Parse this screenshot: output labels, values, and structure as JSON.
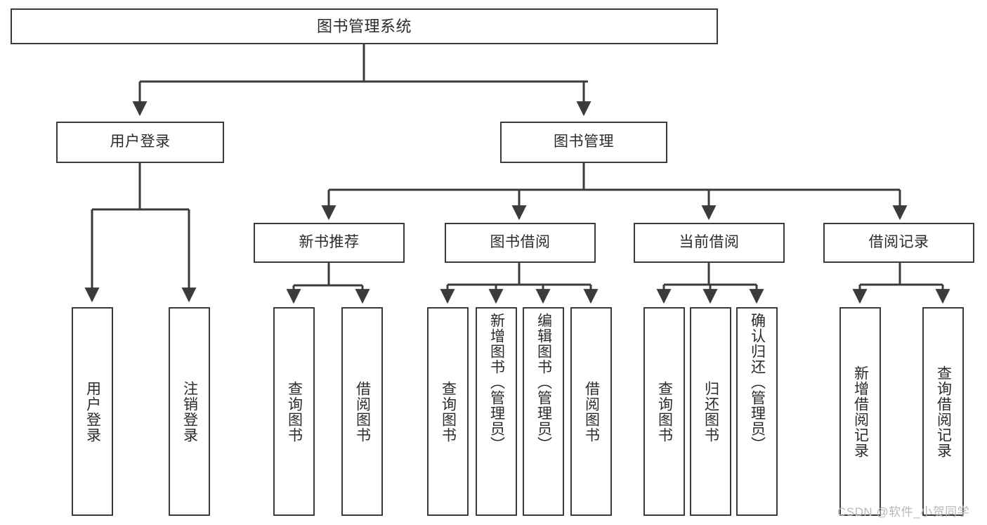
{
  "diagram": {
    "title": "图书管理系统",
    "type": "hierarchy-tree",
    "colors": {
      "background": "#ffffff",
      "border": "#3b3b3b",
      "text": "#2b2b2b",
      "connector": "#3b3b3b",
      "watermark": "#b9b9b9"
    },
    "root": {
      "label": "图书管理系统"
    },
    "level2": [
      {
        "label": "用户登录"
      },
      {
        "label": "图书管理"
      }
    ],
    "level3": [
      {
        "label": "新书推荐"
      },
      {
        "label": "图书借阅"
      },
      {
        "label": "当前借阅"
      },
      {
        "label": "借阅记录"
      }
    ],
    "leaves": {
      "user_login": [
        {
          "label": "用户登录"
        },
        {
          "label": "注销登录"
        }
      ],
      "new_book_recommend": [
        {
          "label": "查询图书"
        },
        {
          "label": "借阅图书"
        }
      ],
      "book_borrow": [
        {
          "label": "查询图书"
        },
        {
          "label": "新增图书（管理员）"
        },
        {
          "label": "编辑图书（管理员）"
        },
        {
          "label": "借阅图书"
        }
      ],
      "current_borrow": [
        {
          "label": "查询图书"
        },
        {
          "label": "归还图书"
        },
        {
          "label": "确认归还（管理员）"
        }
      ],
      "borrow_record": [
        {
          "label": "新增借阅记录"
        },
        {
          "label": "查询借阅记录"
        }
      ]
    }
  },
  "watermark": {
    "text": "CSDN @软件_小贺同学"
  }
}
